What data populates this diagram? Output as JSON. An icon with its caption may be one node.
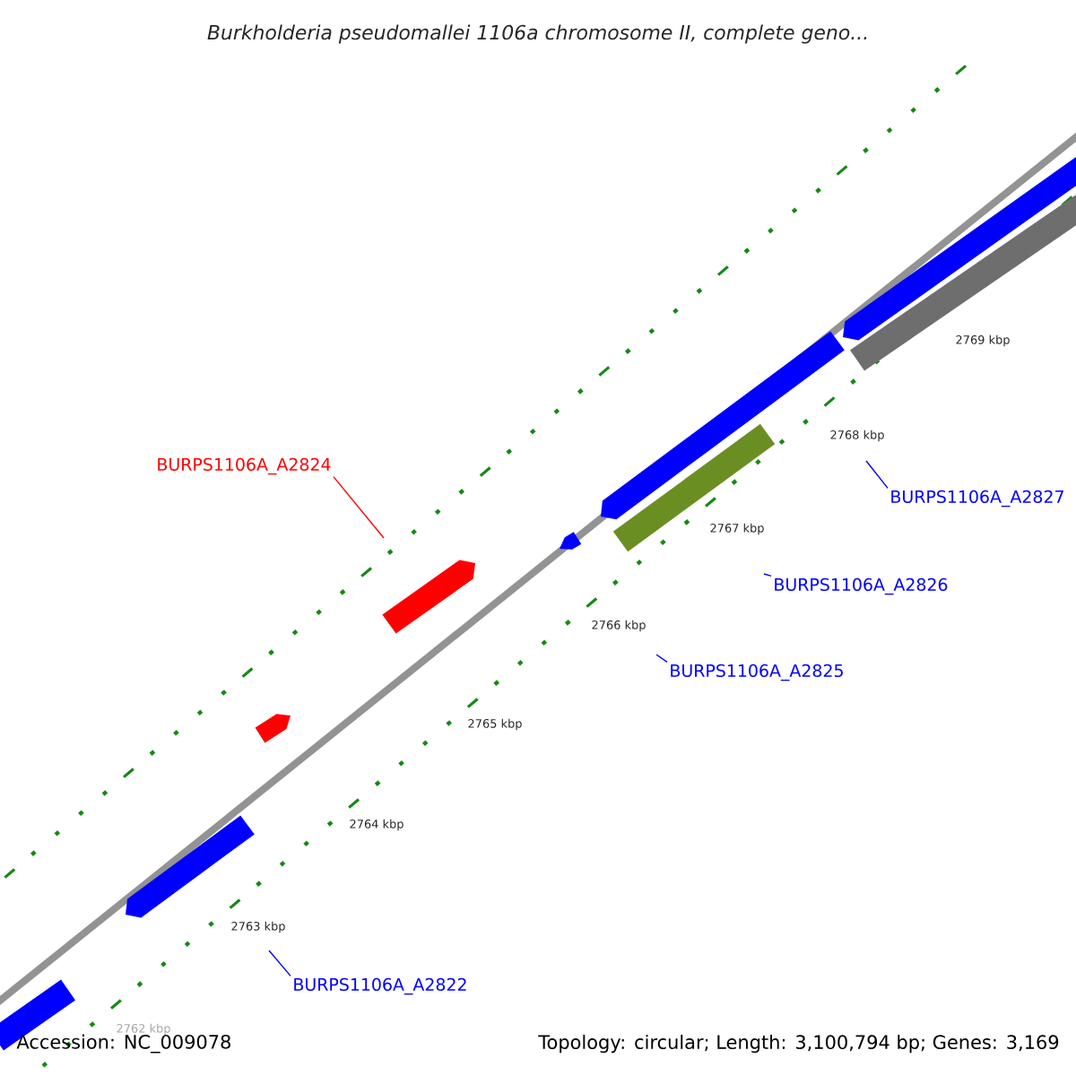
{
  "diagram": {
    "title": "Burkholderia pseudomallei 1106a chromosome II, complete geno...",
    "nodes": [
      {
        "text": [
          "BURPS1106A_A2824"
        ]
      },
      {
        "text": [
          "BURPS1106A_A2827"
        ]
      },
      {
        "text": [
          "BURPS1106A_A2826"
        ]
      },
      {
        "text": [
          "BURPS1106A_A2825"
        ]
      },
      {
        "text": [
          "BURPS1106A_A2822"
        ]
      }
    ],
    "edges": [
      {
        "from": 0,
        "to": null,
        "arrow": "none",
        "color": "#ff0000"
      },
      {
        "from": 1,
        "to": null,
        "arrow": "none"
      },
      {
        "from": 2,
        "to": null,
        "arrow": "none"
      },
      {
        "from": 3,
        "to": null,
        "arrow": "none"
      },
      {
        "from": 4,
        "to": null,
        "arrow": "none"
      }
    ],
    "labels": [
      "2769 kbp",
      "2768 kbp",
      "2767 kbp",
      "2766 kbp",
      "2765 kbp",
      "2764 kbp",
      "2763 kbp",
      "2762 kbp",
      "Accession: NC_009078",
      "Topology: circular; Length: 3,100,794 bp; Genes: 3,169"
    ]
  }
}
